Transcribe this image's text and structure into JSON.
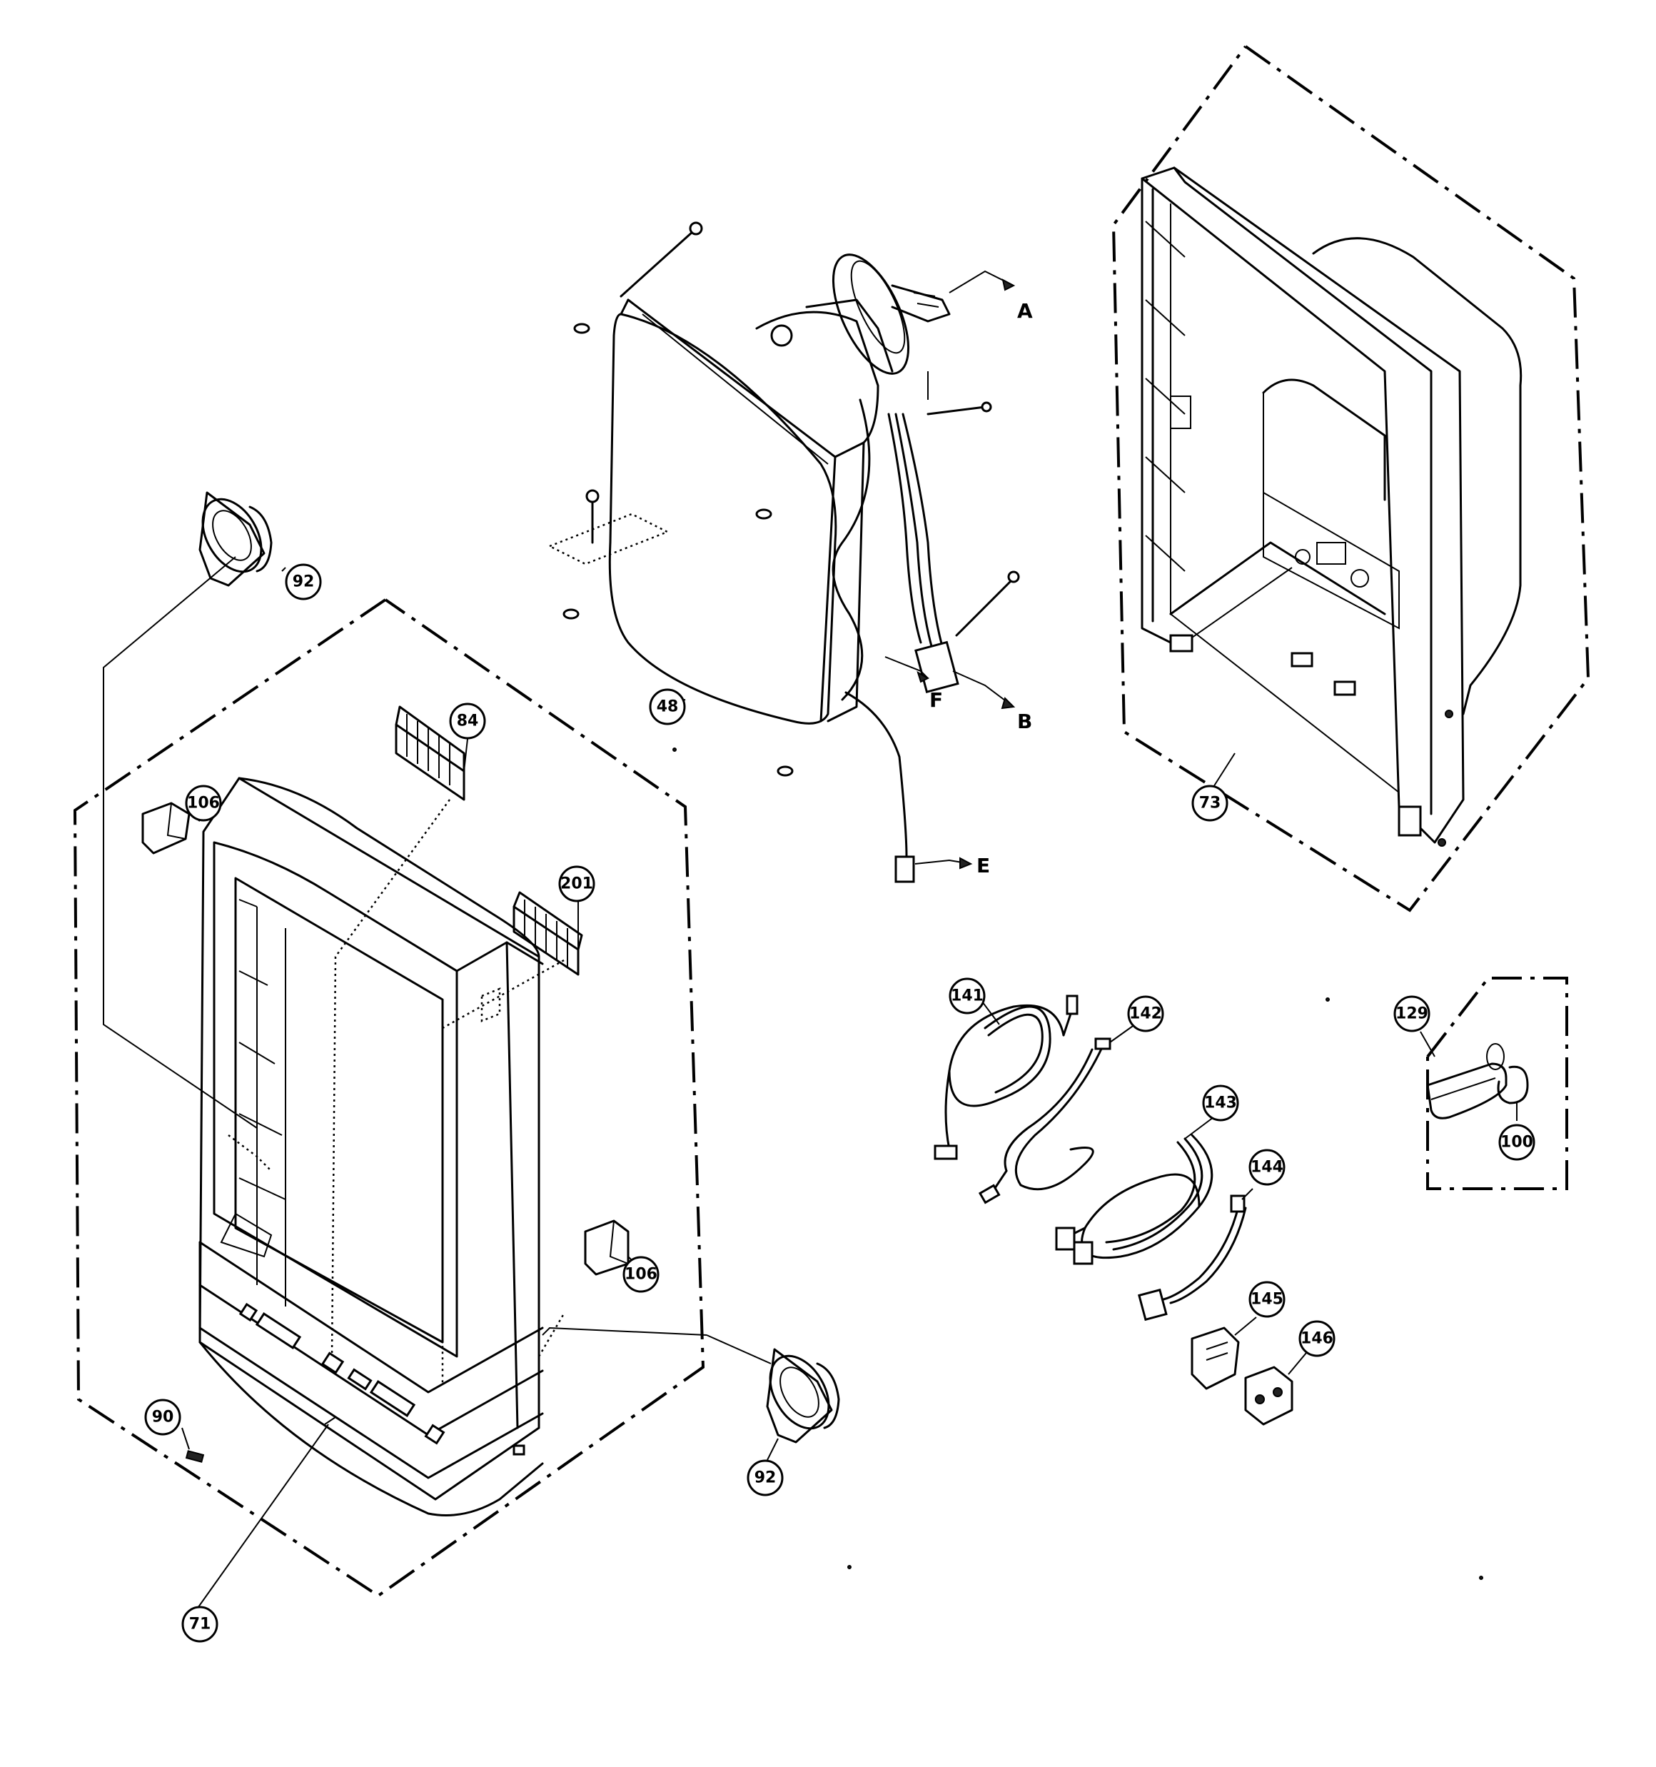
{
  "callouts": {
    "c92a": "92",
    "c48": "48",
    "c73": "73",
    "c84": "84",
    "c106a": "106",
    "c201": "201",
    "c106b": "106",
    "c90": "90",
    "c92b": "92",
    "c71": "71",
    "c141": "141",
    "c142": "142",
    "c143": "143",
    "c144": "144",
    "c145": "145",
    "c146": "146",
    "c129": "129",
    "c100": "100"
  },
  "connectors": {
    "A": "A",
    "B": "B",
    "E": "E",
    "F": "F"
  }
}
